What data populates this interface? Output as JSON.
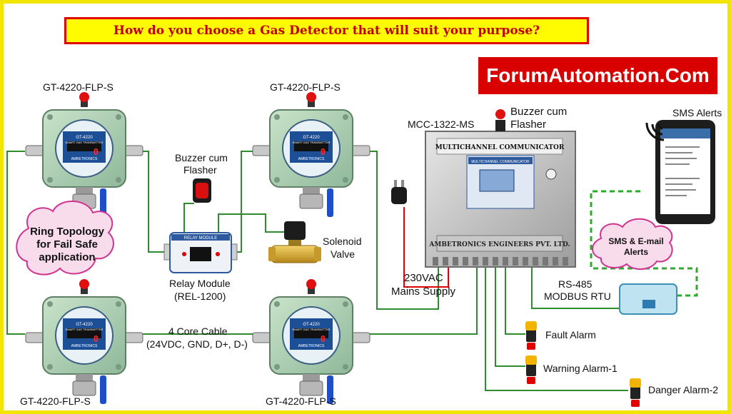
{
  "title": "How do you choose a Gas Detector that will suit your purpose?",
  "brand": "ForumAutomation.Com",
  "detectors": {
    "top_left": {
      "label": "GT-4220-FLP-S"
    },
    "top_right": {
      "label": "GT-4220-FLP-S"
    },
    "bottom_left": {
      "label": "GT-4220-FLP-S"
    },
    "bottom_right": {
      "label": "GT-4220-FLP-S"
    },
    "display_value": "0",
    "panel_heading": "GT-4220",
    "panel_sub": "SMART GAS TRANSMITTER",
    "maker": "AMBETRONICS"
  },
  "buzzer_relay": {
    "line1": "Buzzer cum",
    "line2": "Flasher"
  },
  "relay": {
    "panel_title": "RELAY MODULE",
    "label1": "Relay Module",
    "label2": "(REL-1200)"
  },
  "solenoid": {
    "line1": "Solenoid",
    "line2": "Valve"
  },
  "ring": {
    "line1": "Ring Topology",
    "line2": "for Fail Safe",
    "line3": "application"
  },
  "cable": {
    "line1": "4 Core Cable",
    "line2": "(24VDC, GND, D+, D-)"
  },
  "mcc": {
    "model": "MCC-1322-MS",
    "plate_top": "MULTICHANNEL COMMUNICATOR",
    "plate_bottom": "AMBETRONICS ENGINEERS PVT. LTD.",
    "screen_title": "MULTICHANNEL COMMUNICATOR"
  },
  "buzzer_mcc": {
    "line1": "Buzzer cum",
    "line2": "Flasher"
  },
  "power": {
    "line1": "230VAC",
    "line2": "Mains Supply"
  },
  "sms": {
    "label": "SMS Alerts"
  },
  "email_cloud": {
    "line1": "SMS & E-mail",
    "line2": "Alerts"
  },
  "rs485": {
    "line1": "RS-485",
    "line2": "MODBUS RTU"
  },
  "alarms": {
    "fault": "Fault Alarm",
    "warning": "Warning Alarm-1",
    "danger": "Danger Alarm-2"
  },
  "colors": {
    "wire": "#2e8b2e",
    "power_wire": "#e00000",
    "title_bg": "#fffb00",
    "title_border": "#e00000",
    "brand_bg": "#d90000",
    "frame": "#f2e600"
  }
}
